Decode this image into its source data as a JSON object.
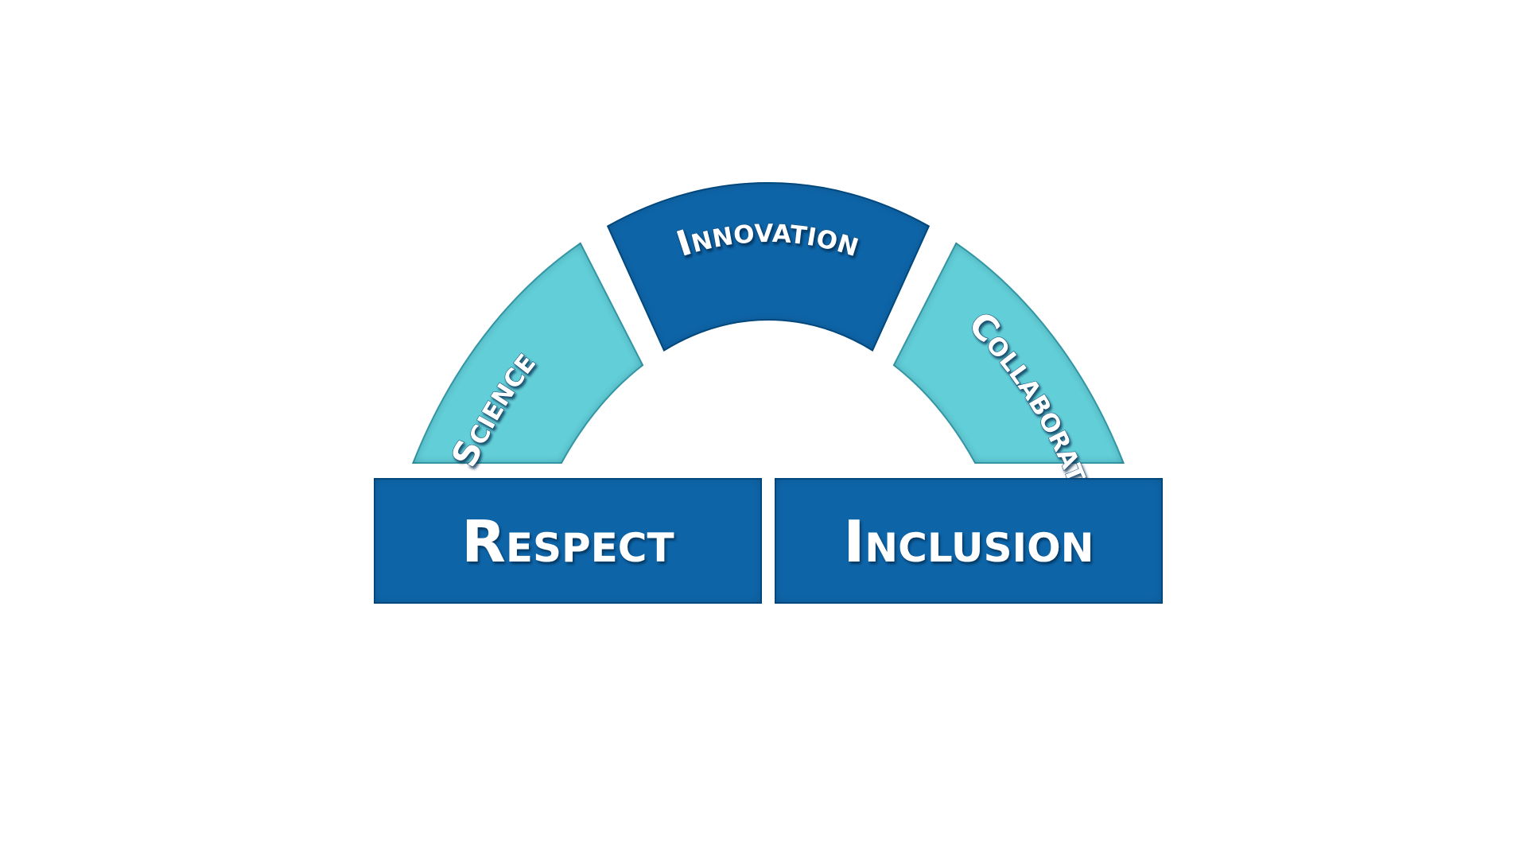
{
  "colors": {
    "light": "#62cfd8",
    "light_edge": "#3aa8b3",
    "dark": "#0e65a8",
    "dark_edge": "#084d86",
    "background": "#ffffff"
  },
  "arch": {
    "left": {
      "label": "Science"
    },
    "middle": {
      "label": "Innovation"
    },
    "right": {
      "label": "Collaboration"
    }
  },
  "pillars": {
    "left": {
      "label": "Respect"
    },
    "right": {
      "label": "Inclusion"
    }
  }
}
